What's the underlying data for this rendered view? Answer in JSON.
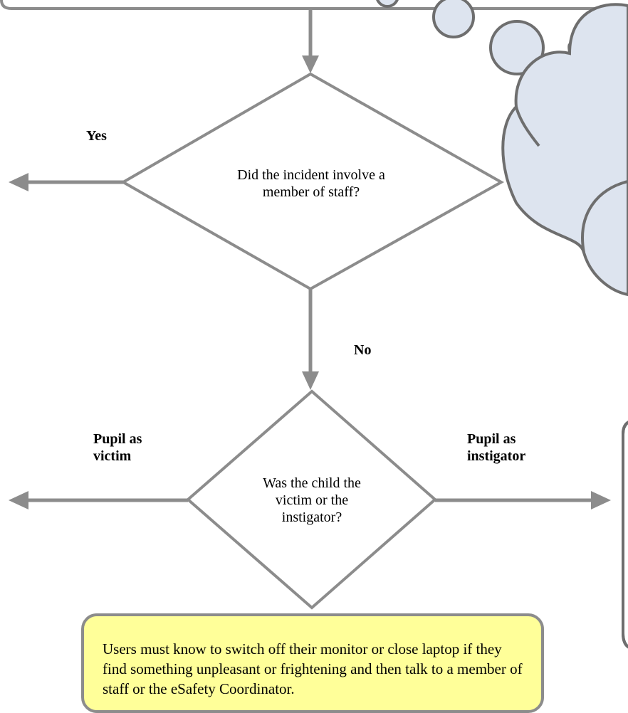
{
  "decision1": {
    "question": "Did the incident involve a member of staff?"
  },
  "decision2": {
    "question": "Was the child the victim or the instigator?"
  },
  "labels": {
    "yes": "Yes",
    "no": "No",
    "pupil_victim": "Pupil as victim",
    "pupil_instigator": "Pupil as instigator"
  },
  "note": {
    "text": "Users must know to switch off their monitor or close laptop if they find something unpleasant or frightening and then talk to a member of staff or the eSafety Coordinator."
  },
  "colors": {
    "connector": "#8c8c8c",
    "cloud_fill": "#dde4ef",
    "note_fill": "#ffff99"
  }
}
